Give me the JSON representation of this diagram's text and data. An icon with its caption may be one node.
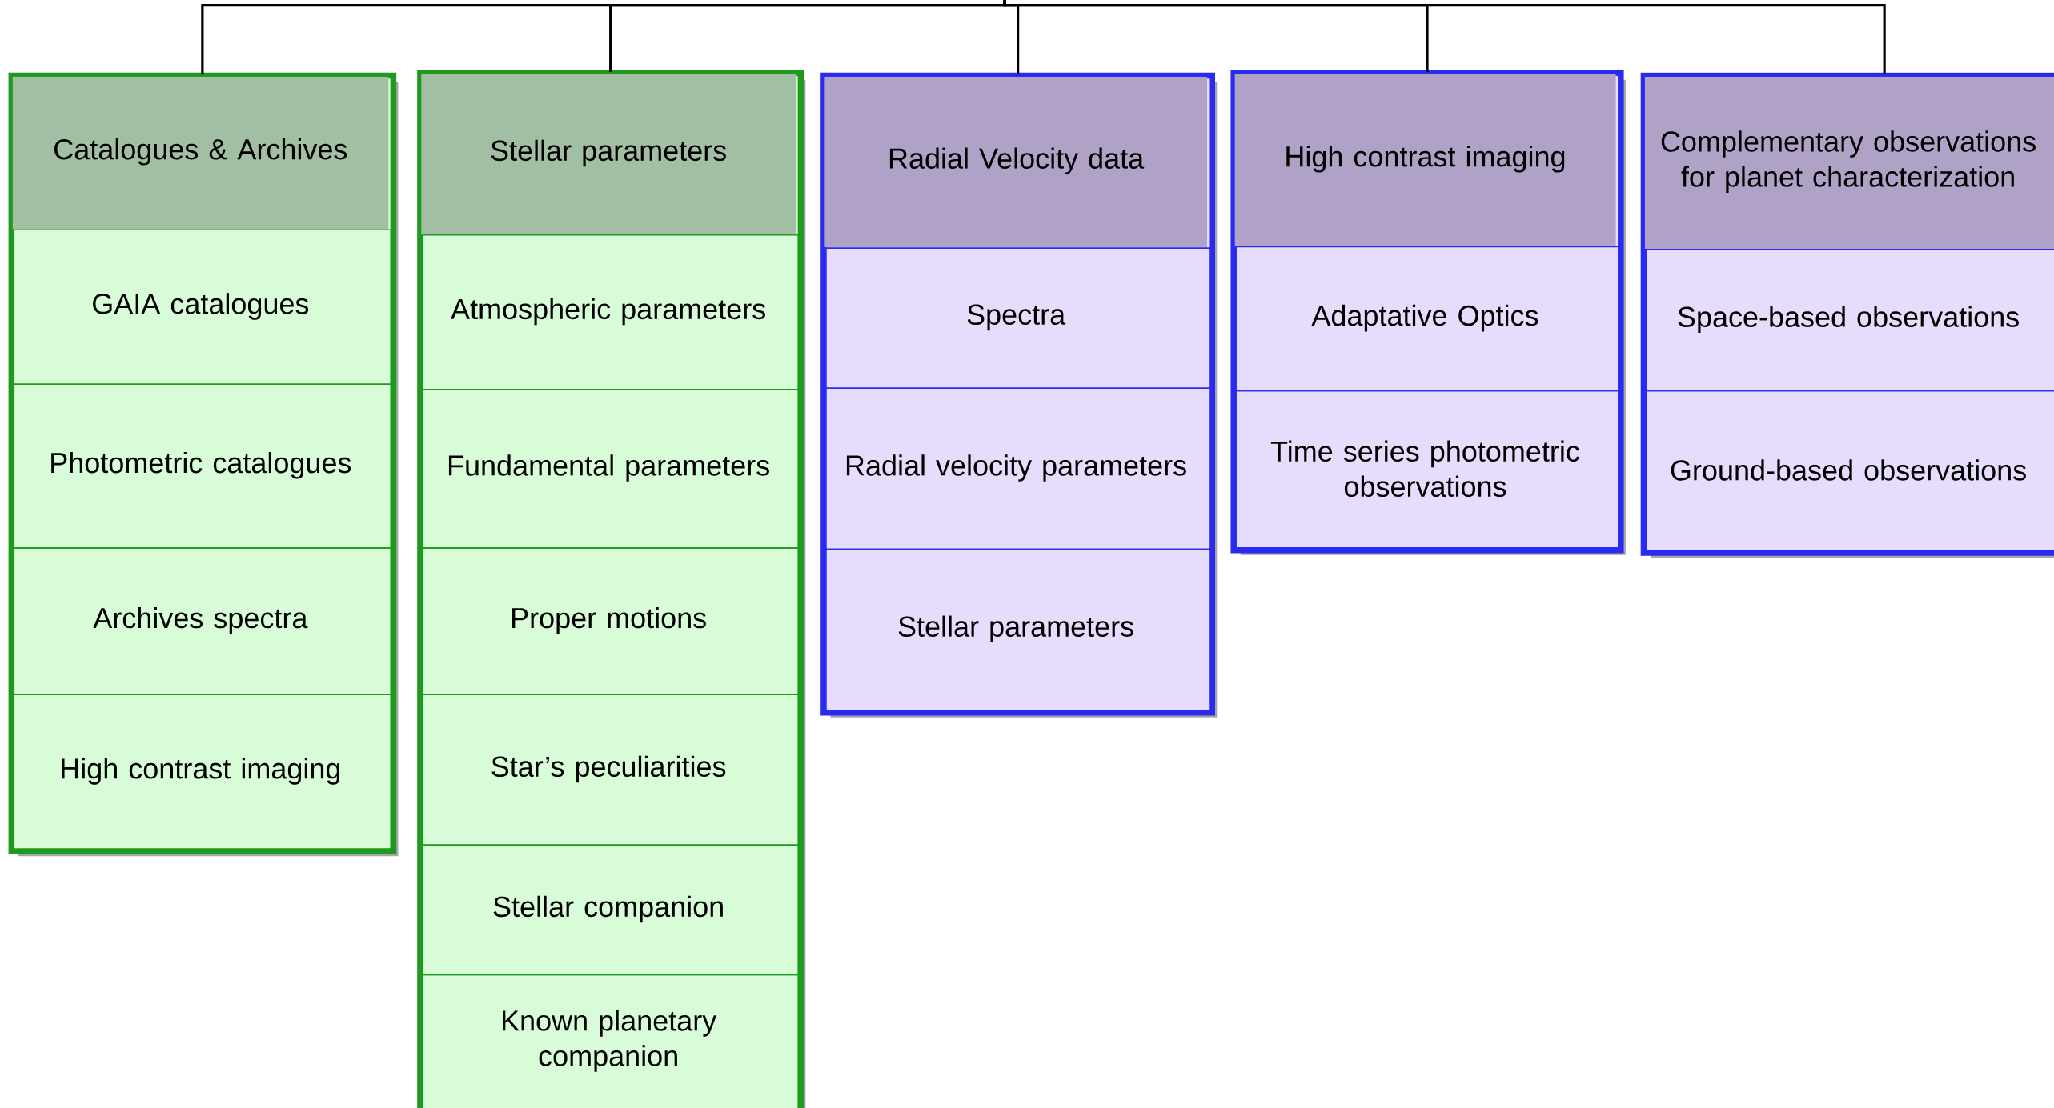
{
  "diagram": {
    "nodes": [
      {
        "text": [
          "Catalogues & Archives"
        ]
      },
      {
        "text": [
          "Stellar parameters"
        ]
      },
      {
        "text": [
          "Radial Velocity data"
        ]
      },
      {
        "text": [
          "High contrast imaging"
        ]
      },
      {
        "text": [
          "Complementary observations for planet characterization"
        ]
      },
      {
        "text": [
          "GAIA catalogues"
        ],
        "in": 0
      },
      {
        "text": [
          "Photometric catalogues"
        ],
        "in": 0
      },
      {
        "text": [
          "Archives spectra"
        ],
        "in": 0
      },
      {
        "text": [
          "High contrast imaging"
        ],
        "in": 0
      },
      {
        "text": [
          "Atmospheric parameters"
        ],
        "in": 1
      },
      {
        "text": [
          "Fundamental parameters"
        ],
        "in": 1
      },
      {
        "text": [
          "Proper motions"
        ],
        "in": 1
      },
      {
        "text": [
          "Star’s peculiarities"
        ],
        "in": 1
      },
      {
        "text": [
          "Stellar companion"
        ],
        "in": 1
      },
      {
        "text": [
          "Known planetary companion"
        ],
        "in": 1
      },
      {
        "text": [
          "Spectra"
        ],
        "in": 2
      },
      {
        "text": [
          "Radial velocity parameters"
        ],
        "in": 2
      },
      {
        "text": [
          "Stellar parameters"
        ],
        "in": 2
      },
      {
        "text": [
          "Adaptative Optics"
        ],
        "in": 3
      },
      {
        "text": [
          "Time series photometric observations"
        ],
        "in": 3
      },
      {
        "text": [
          "Space-based observations"
        ],
        "in": 4
      },
      {
        "text": [
          "Ground-based observations"
        ],
        "in": 4
      }
    ],
    "edges": [
      {
        "from": null,
        "to": 0,
        "arrow": "none"
      },
      {
        "from": null,
        "to": 1,
        "arrow": "none"
      },
      {
        "from": null,
        "to": 2,
        "arrow": "none"
      },
      {
        "from": null,
        "to": 3,
        "arrow": "none"
      },
      {
        "from": null,
        "to": 4,
        "arrow": "none"
      }
    ]
  }
}
